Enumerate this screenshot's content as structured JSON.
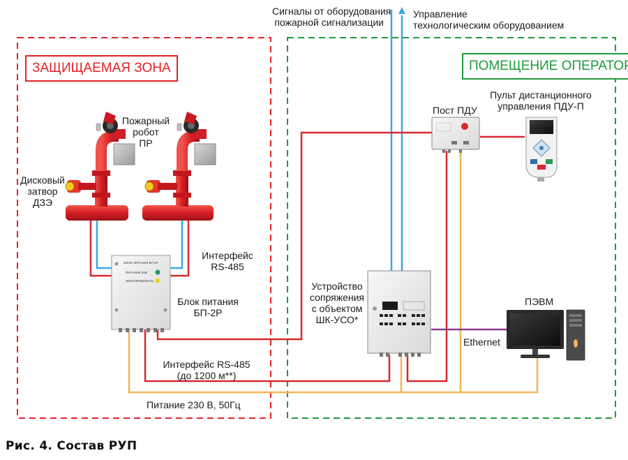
{
  "zones": {
    "protected": "ЗАЩИЩАЕМАЯ ЗОНА",
    "operator": "ПОМЕЩЕНИЕ ОПЕРАТОРА"
  },
  "top_signals": {
    "in_line1": "Сигналы  от оборудования",
    "in_line2": "пожарной сигнализации",
    "out_line1": "Управление",
    "out_line2": "технологическим оборудованием"
  },
  "labels": {
    "robot_l1": "Пожарный",
    "robot_l2": "робот",
    "robot_l3": "ПР",
    "valve_l1": "Дисковый",
    "valve_l2": "затвор",
    "valve_l3": "ДЗЭ",
    "rs485_top_l1": "Интерфейс",
    "rs485_top_l2": "RS-485",
    "psu_l1": "Блок питания",
    "psu_l2": "БП-2Р",
    "usu_l1": "Устройство",
    "usu_l2": "сопряжения",
    "usu_l3": "с объектом",
    "usu_l4": "ШК-УСО*",
    "post": "Пост ПДУ",
    "remote_l1": "Пульт дистанционного",
    "remote_l2": "управления ПДУ-П",
    "pc": "ПЭВМ",
    "ethernet": "Ethernet",
    "rs485_bottom_l1": "Интерфейс RS-485",
    "rs485_bottom_l2": "(до 1200 м**)",
    "power": "Питание 230 В, 50Гц"
  },
  "psu_panel": {
    "title": "БЛОК ПИТАНИЯ БП-2Р",
    "row1": "ПИТАНИЕ 24В",
    "row2": "НЕИСПРАВНОСТЬ"
  },
  "caption": "Рис. 4. Состав РУП",
  "colors": {
    "red_zone": "#e32226",
    "green_zone": "#1f9a3a",
    "red_line": "#d7282f",
    "blue_line": "#3aa8de",
    "orange_line": "#f4b25a",
    "purple_line": "#8e3a8e"
  }
}
